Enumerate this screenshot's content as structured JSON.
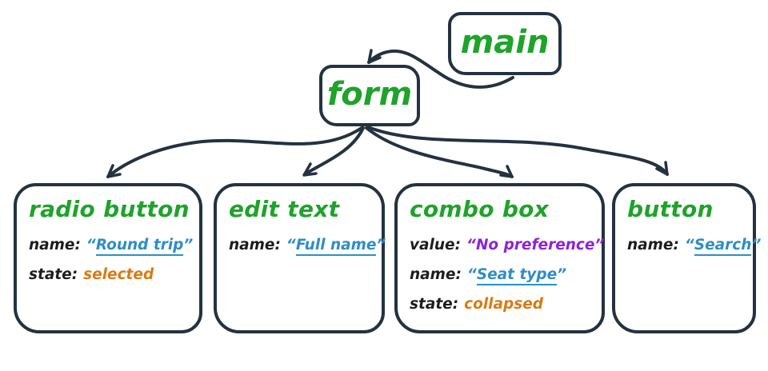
{
  "palette": {
    "ink": "#243240",
    "green": "#1fa32b",
    "blue": "#2e8ec5",
    "orange": "#d97b12",
    "purple": "#8e22d8",
    "key": "#1d1d20",
    "bg": "#ffffff"
  },
  "marks": {
    "open": "“",
    "close": "”"
  },
  "nodes": {
    "main": {
      "label": "main"
    },
    "form": {
      "label": "form"
    },
    "children": [
      {
        "label": "radio button",
        "props": [
          {
            "key": "name:",
            "value": "Round trip"
          },
          {
            "key": "state:",
            "value": "selected"
          }
        ]
      },
      {
        "label": "edit text",
        "props": [
          {
            "key": "name:",
            "value": "Full name"
          }
        ]
      },
      {
        "label": "combo box",
        "props": [
          {
            "key": "value:",
            "value": "No preference"
          },
          {
            "key": "name:",
            "value": "Seat type"
          },
          {
            "key": "state:",
            "value": "collapsed"
          }
        ]
      },
      {
        "label": "button",
        "props": [
          {
            "key": "name:",
            "value": "Search"
          }
        ]
      }
    ]
  }
}
